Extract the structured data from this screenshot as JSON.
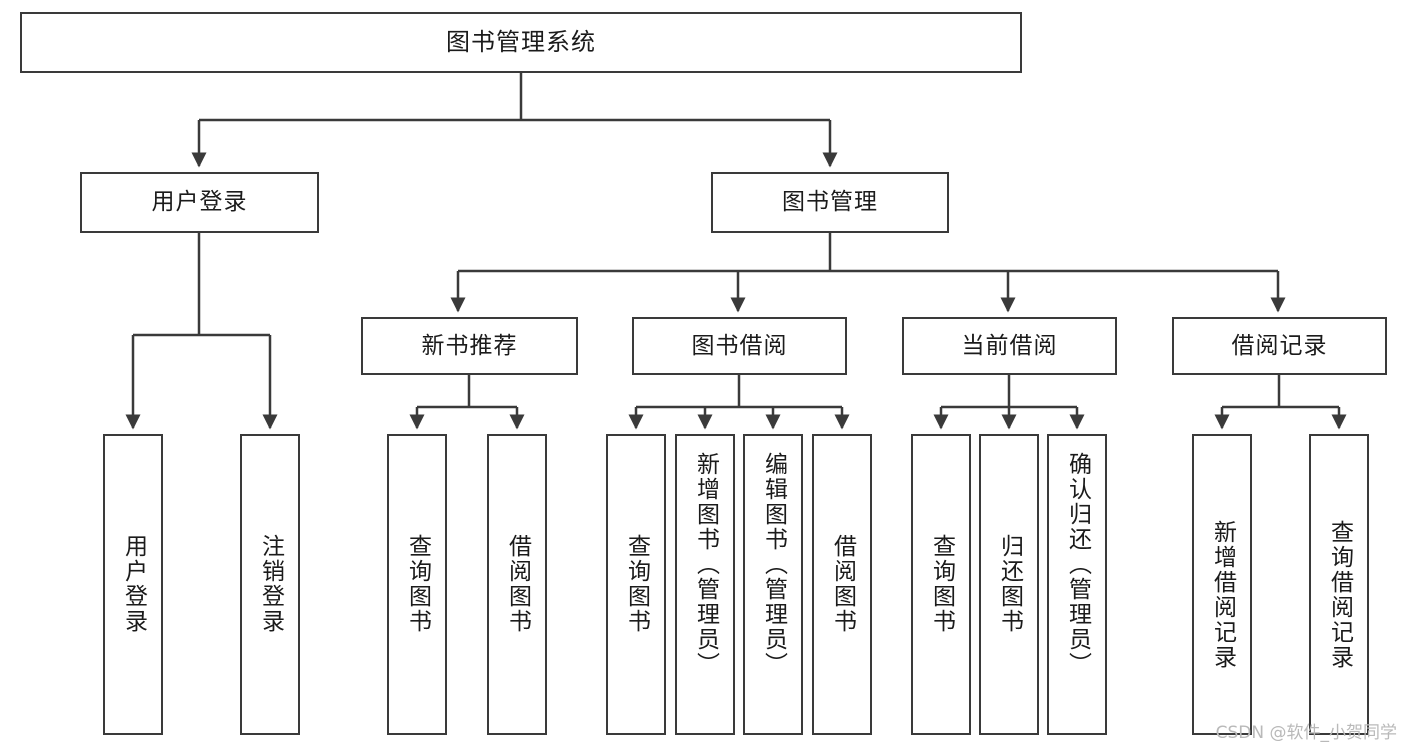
{
  "diagram": {
    "type": "tree-hierarchy",
    "title": "图书管理系统",
    "root": {
      "label": "图书管理系统"
    },
    "level2": [
      {
        "label": "用户登录"
      },
      {
        "label": "图书管理"
      }
    ],
    "level3": [
      {
        "label": "新书推荐"
      },
      {
        "label": "图书借阅"
      },
      {
        "label": "当前借阅"
      },
      {
        "label": "借阅记录"
      }
    ],
    "leaves": {
      "user_login": [
        {
          "label": "用户登录"
        },
        {
          "label": "注销登录"
        }
      ],
      "new_book_recommend": [
        {
          "label": "查询图书"
        },
        {
          "label": "借阅图书"
        }
      ],
      "book_borrow": [
        {
          "label": "查询图书"
        },
        {
          "label": "新增图书（管理员）"
        },
        {
          "label": "编辑图书（管理员）"
        },
        {
          "label": "借阅图书"
        }
      ],
      "current_borrow": [
        {
          "label": "查询图书"
        },
        {
          "label": "归还图书"
        },
        {
          "label": "确认归还（管理员）"
        }
      ],
      "borrow_record": [
        {
          "label": "新增借阅记录"
        },
        {
          "label": "查询借阅记录"
        }
      ]
    }
  },
  "watermark": {
    "text": "CSDN @软件_小贺同学"
  },
  "colors": {
    "box_border": "#3a3a3a",
    "connector": "#3a3a3a",
    "text": "#1b1b1b",
    "background": "#ffffff",
    "watermark": "#b9b9b9"
  }
}
